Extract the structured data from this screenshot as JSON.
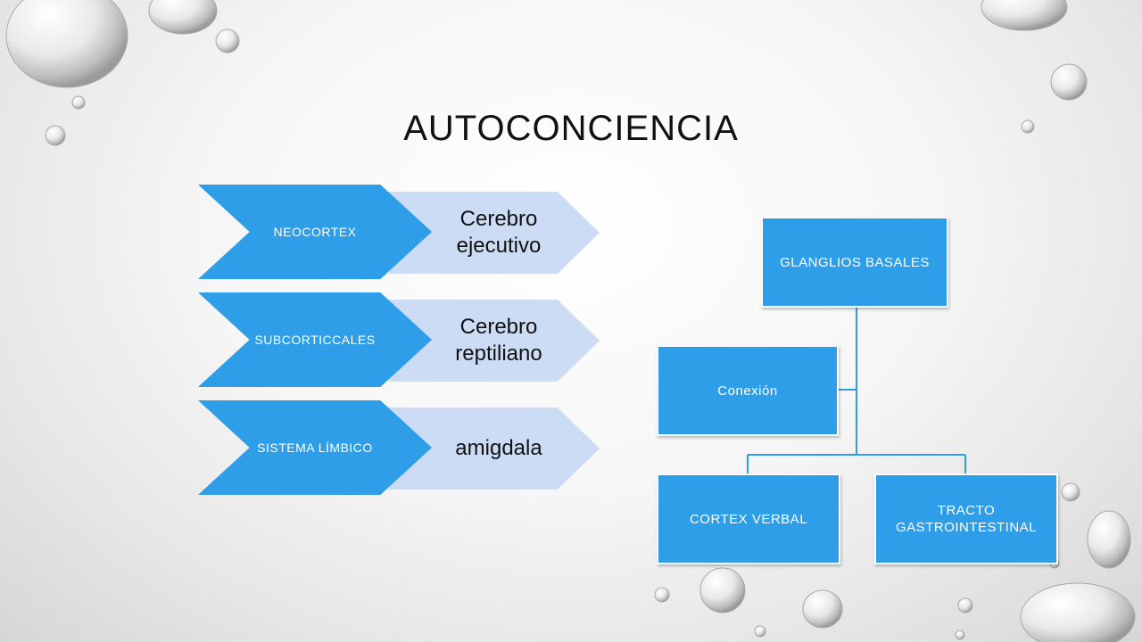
{
  "slide": {
    "title": "AUTOCONCIENCIA"
  },
  "chevron_list": [
    {
      "label": "NEOCORTEX",
      "detail": "Cerebro ejecutivo"
    },
    {
      "label": "SUBCORTICCALES",
      "detail": "Cerebro reptiliano"
    },
    {
      "label": "SISTEMA LÍMBICO",
      "detail": "amigdala"
    }
  ],
  "org_chart": {
    "root": "GLANGLIOS BASALES",
    "assistant": "Conexión",
    "children": [
      "CORTEX VERBAL",
      "TRACTO GASTROINTESTINAL"
    ]
  },
  "colors": {
    "shape_blue": "#2f9ee8",
    "shape_light_blue": "#ccdcf4",
    "title_text": "#111111"
  }
}
